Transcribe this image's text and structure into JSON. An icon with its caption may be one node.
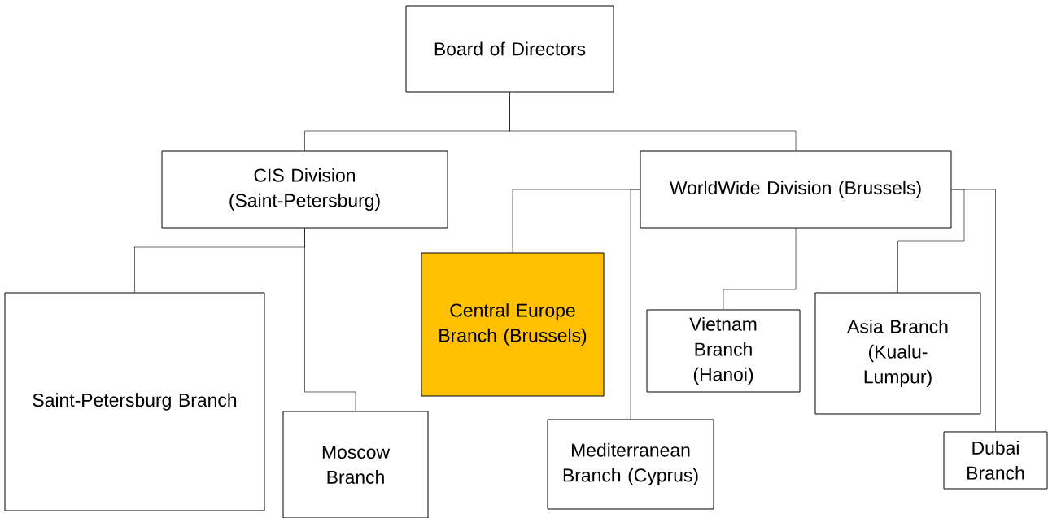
{
  "diagram": {
    "nodes": [
      {
        "text": [
          "Board of Directors"
        ]
      },
      {
        "text": [
          "CIS Division (Saint-Petersburg)"
        ]
      },
      {
        "text": [
          "WorldWide Division (Brussels)"
        ]
      },
      {
        "text": [
          "Saint-Petersburg Branch"
        ]
      },
      {
        "text": [
          "Moscow Branch"
        ]
      },
      {
        "text": [
          "Central Europe Branch (Brussels)"
        ]
      },
      {
        "text": [
          "Vietnam Branch (Hanoi)"
        ]
      },
      {
        "text": [
          "Asia Branch (Kualu-Lumpur)"
        ]
      },
      {
        "text": [
          "Mediterranean Branch (Cyprus)"
        ]
      },
      {
        "text": [
          "Dubai Branch"
        ]
      }
    ],
    "edges": [
      {
        "from": 0,
        "to": 1,
        "arrow": "none"
      },
      {
        "from": 0,
        "to": 2,
        "arrow": "none"
      },
      {
        "from": 1,
        "to": 3,
        "arrow": "none"
      },
      {
        "from": 1,
        "to": 4,
        "arrow": "none"
      },
      {
        "from": 2,
        "to": 5,
        "arrow": "none"
      },
      {
        "from": 2,
        "to": 8,
        "arrow": "none"
      },
      {
        "from": 2,
        "to": 6,
        "arrow": "none"
      },
      {
        "from": 2,
        "to": 7,
        "arrow": "none"
      },
      {
        "from": 2,
        "to": 9,
        "arrow": "none"
      }
    ]
  }
}
